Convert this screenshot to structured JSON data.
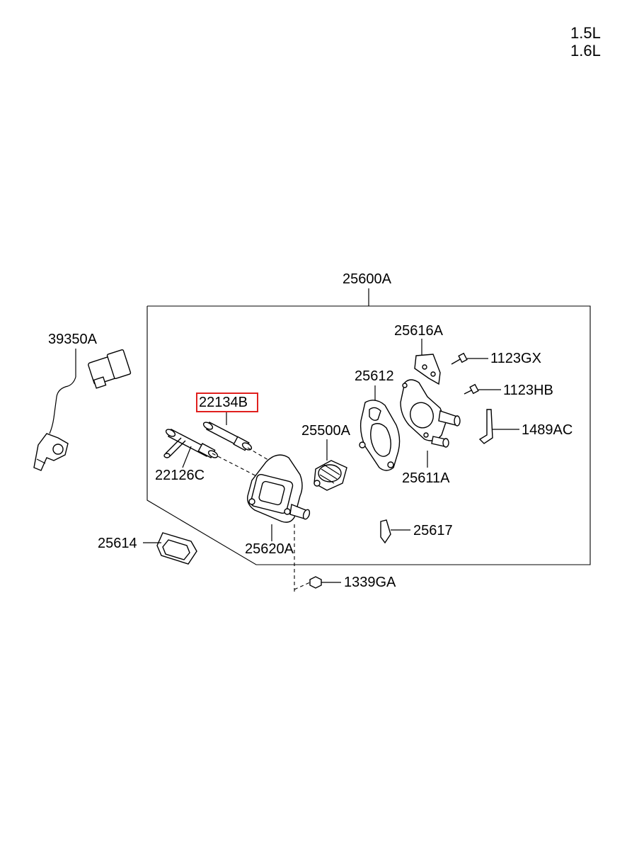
{
  "engine_variants": [
    "1.5L",
    "1.6L"
  ],
  "highlight_color": "#e0201e",
  "parts": {
    "assembly": "25600A",
    "sensor": "39350A",
    "pipe_highlighted": "22134B",
    "pipe_bypass": "22126C",
    "thermostat": "25500A",
    "gasket_upper": "25612",
    "bracket": "25616A",
    "bolt_gx": "1123GX",
    "bolt_hb": "1123HB",
    "clip_ac": "1489AC",
    "housing_cover": "25611A",
    "clip_617": "25617",
    "housing": "25620A",
    "gasket_lower": "25614",
    "nut": "1339GA"
  }
}
